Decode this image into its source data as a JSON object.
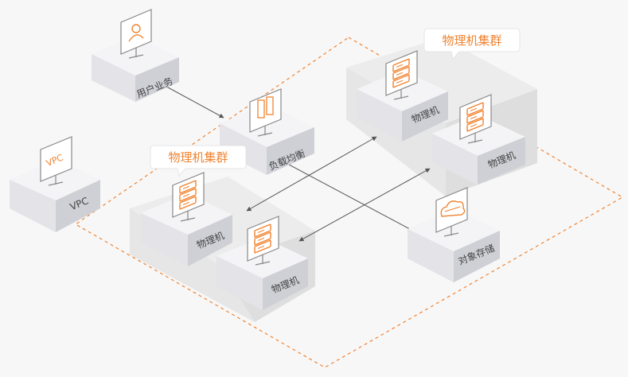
{
  "colors": {
    "accent": "#f08432",
    "line": "#555555",
    "dashed": "#f08432",
    "box_top": "#f4f4f6",
    "box_left": "#e3e3e8",
    "box_right": "#cfd0d6",
    "platform": "#ebebeb"
  },
  "nodes": {
    "user_business": {
      "label": "用户业务",
      "icon": "user-icon"
    },
    "load_balancer": {
      "label": "负载均衡",
      "icon": "server-rack-icon"
    },
    "vpc": {
      "label": "VPC",
      "icon_text": "VPC"
    },
    "object_storage": {
      "label": "对象存储",
      "icon": "cloud-storage-icon"
    },
    "cluster_right": {
      "tag": "物理机集群",
      "machines": [
        {
          "label": "物理机",
          "icon": "server-icon"
        },
        {
          "label": "物理机",
          "icon": "server-icon"
        }
      ]
    },
    "cluster_left": {
      "tag": "物理机集群",
      "machines": [
        {
          "label": "物理机",
          "icon": "server-icon"
        },
        {
          "label": "物理机",
          "icon": "server-icon"
        }
      ]
    }
  }
}
